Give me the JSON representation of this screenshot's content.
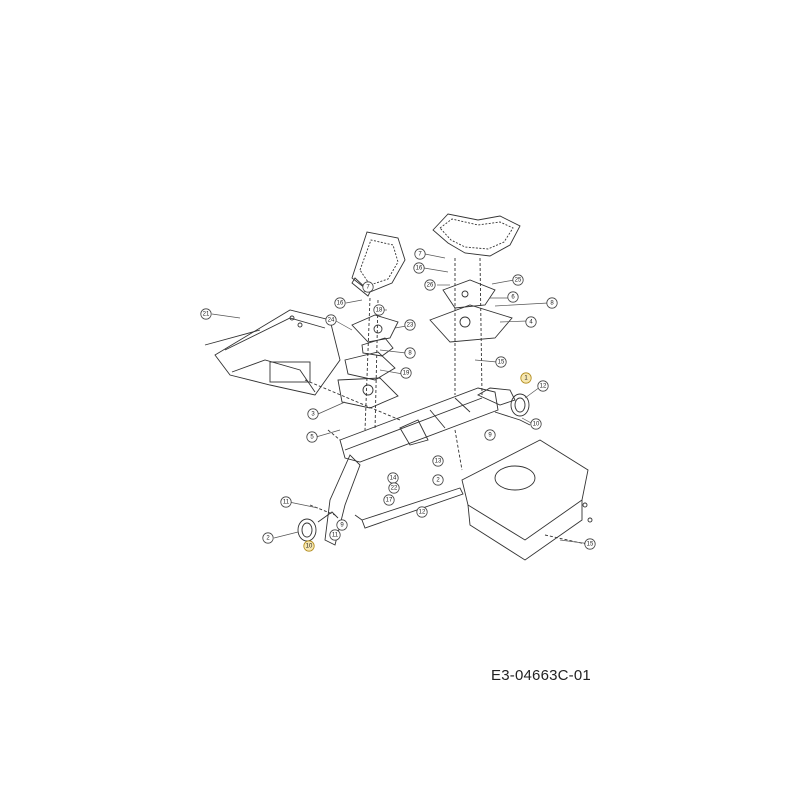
{
  "drawing_code": "E3-04663C-01",
  "callouts": [
    "21",
    "24",
    "23",
    "3",
    "5",
    "16",
    "7",
    "8",
    "19",
    "18",
    "16",
    "7",
    "26",
    "25",
    "6",
    "4",
    "8",
    "15",
    "12",
    "1",
    "10",
    "13",
    "14",
    "2",
    "9",
    "17",
    "22",
    "12",
    "11",
    "15",
    "10",
    "2",
    "9",
    "11"
  ]
}
